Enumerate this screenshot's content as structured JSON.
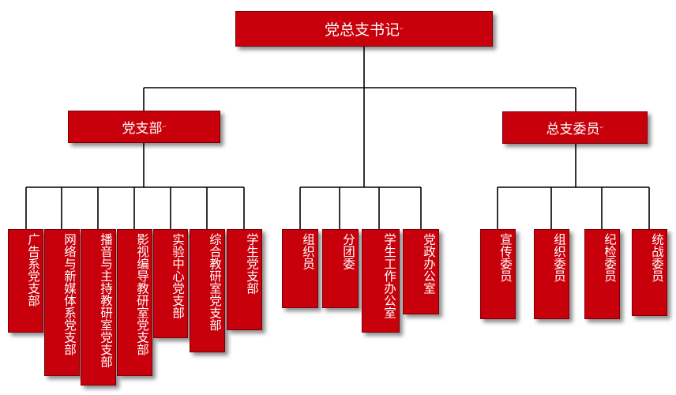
{
  "root": {
    "label": "党总支书记"
  },
  "branches": [
    {
      "label": "党支部",
      "children": [
        "广告系党支部",
        "网络与新媒体系党支部",
        "播音与主持教研室党支部",
        "影视编导教研室党支部",
        "实验中心党支部",
        "综合教研室党支部",
        "学生党支部"
      ]
    },
    {
      "label": "",
      "children": [
        "组织员",
        "分团委",
        "学生工作办公室",
        "党政办公室"
      ]
    },
    {
      "label": "总支委员",
      "children": [
        "宣传委员",
        "组织委员",
        "纪检委员",
        "统战委员"
      ]
    }
  ],
  "colors": {
    "box_fill": "#c8000b",
    "box_text": "#ffffff",
    "line": "#000000"
  }
}
